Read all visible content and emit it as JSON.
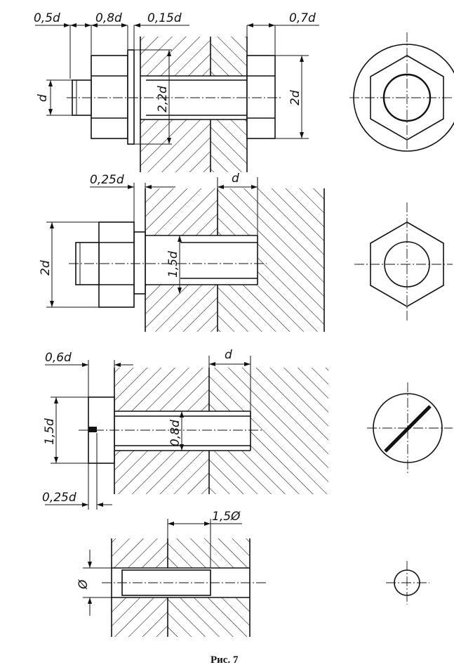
{
  "figure": {
    "caption": "Рис. 7"
  },
  "view1": {
    "dims": {
      "nut_height": "0,5d",
      "head_height": "0,8d",
      "washer": "0,15d",
      "nut_right": "0,7d",
      "diameter": "d",
      "hole": "2,2d",
      "width": "2d"
    }
  },
  "view2": {
    "dims": {
      "washer": "0,25d",
      "engage": "d",
      "width": "2d",
      "thread": "1,5d"
    }
  },
  "view3": {
    "dims": {
      "head": "0,6d",
      "engage": "d",
      "width": "1,5d",
      "shank": "0,8d",
      "slot": "0,25d"
    }
  },
  "view4": {
    "dims": {
      "length": "1,5Ø",
      "diameter": "Ø"
    }
  }
}
